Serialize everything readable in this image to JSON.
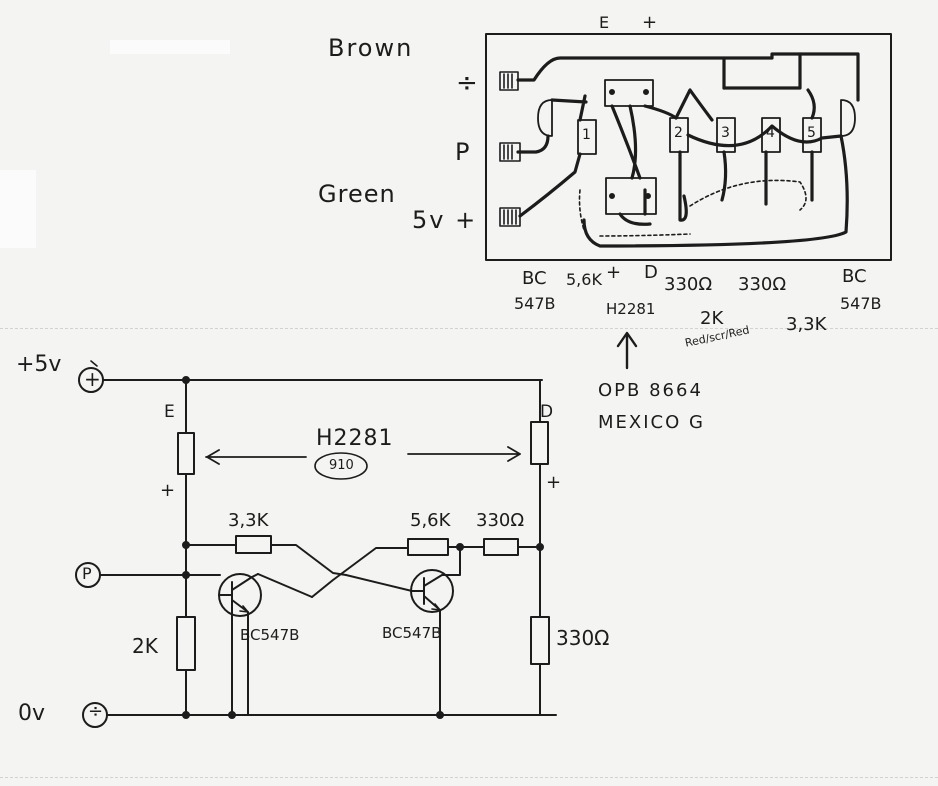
{
  "board": {
    "pin_labels": {
      "brown": "Brown",
      "minus": "÷",
      "p": "P",
      "green": "Green",
      "five_volt": "5v +"
    },
    "top_labels": {
      "e": "E",
      "plus": "+"
    },
    "resistor_numbers": [
      "1",
      "2",
      "3",
      "4",
      "5"
    ],
    "below_labels": {
      "bc_left_1": "BC",
      "bc_left_2": "547B",
      "r56k": "5,6K",
      "plus": "+",
      "d": "D",
      "h2281": "H2281",
      "r330_a": "330Ω",
      "r330_b": "330Ω",
      "r2k": "2K",
      "red_scr": "Red/scr/Red",
      "r33k": "3,3K",
      "bc_right_1": "BC",
      "bc_right_2": "547B"
    },
    "note_line1": "OPB 8664",
    "note_line2": "MEXICO G"
  },
  "schematic": {
    "supply_label": "+5v",
    "supply_terminal_symbol": "+",
    "p_terminal_symbol": "P",
    "ground_label": "0v",
    "ground_terminal_symbol": "÷",
    "e_label": "E",
    "d_label": "D",
    "e_plus": "+",
    "d_plus": "+",
    "sensor_name": "H2281",
    "sensor_code": "910",
    "r_3k3": "3,3K",
    "r_5k6": "5,6K",
    "r_330_top": "330Ω",
    "r_2k": "2K",
    "r_330_right": "330Ω",
    "q1": "BC547B",
    "q2": "BC547B"
  }
}
